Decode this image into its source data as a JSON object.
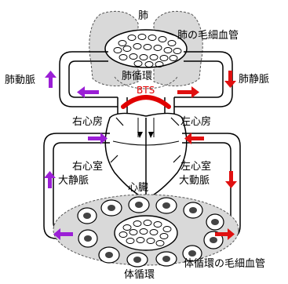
{
  "labels": {
    "lung": "肺",
    "pulmonary_capillary": "肺の毛細血管",
    "pulmonary_circulation": "肺循環",
    "bts": "BTS",
    "pulmonary_artery": "肺動脈",
    "pulmonary_vein": "肺静脈",
    "right_atrium": "右心房",
    "left_atrium": "左心房",
    "right_ventricle": "右心室",
    "left_ventricle": "左心室",
    "heart": "心臓",
    "vena_cava": "大静脈",
    "aorta": "大動脈",
    "systemic_capillary": "体循環の毛細血管",
    "systemic_circulation": "体循環"
  },
  "colors": {
    "purple_flow": "#9b1fd6",
    "red_flow": "#e01010",
    "bts_shunt": "#e00000",
    "tissue_gray": "#d9d9d9",
    "outline": "#000000"
  }
}
